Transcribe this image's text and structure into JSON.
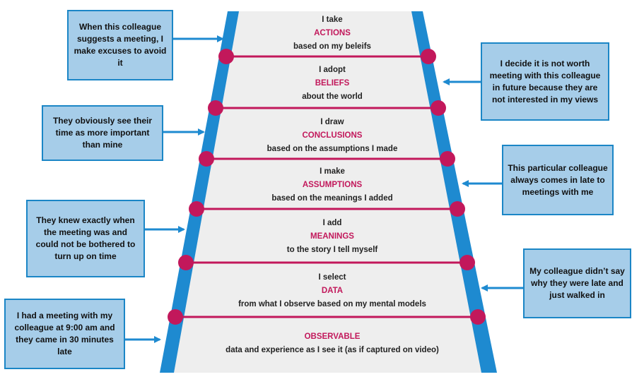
{
  "colors": {
    "rail": "#1e8ad0",
    "rung": "#c2185b",
    "fill": "#eeeeee",
    "keyword": "#c2185b",
    "box_fill": "#a6cde9",
    "box_border": "#1b86c6"
  },
  "steps": [
    {
      "line1": "I take",
      "keyword": "ACTIONS",
      "line3": "based on my beleifs"
    },
    {
      "line1": "I adopt",
      "keyword": "BELIEFS",
      "line3": "about the world"
    },
    {
      "line1": "I draw",
      "keyword": "CONCLUSIONS",
      "line3": "based on the assumptions I made"
    },
    {
      "line1": "I make",
      "keyword": "ASSUMPTIONS",
      "line3": "based on the meanings I added"
    },
    {
      "line1": "I add",
      "keyword": "MEANINGS",
      "line3": "to the story I tell myself"
    },
    {
      "line1": "I select",
      "keyword": "DATA",
      "line3": "from what I observe based on my mental models"
    },
    {
      "line1": "",
      "keyword": "OBSERVABLE",
      "line3": "data and experience as I see it (as if captured on video)"
    }
  ],
  "left_boxes": [
    "When this colleague suggests a  meeting, I make excuses to avoid it",
    "They obviously see their time as more important than mine",
    "They knew exactly when the meeting was and could not be bothered to turn up on time",
    "I had a meeting with my colleague at 9:00 am and they came in 30 minutes late"
  ],
  "right_boxes": [
    "I decide it is not worth meeting with this colleague in future because they are not interested in my views",
    "This particular colleague always comes in late to meetings with me",
    "My colleague didn’t say why they were late and just walked in"
  ]
}
